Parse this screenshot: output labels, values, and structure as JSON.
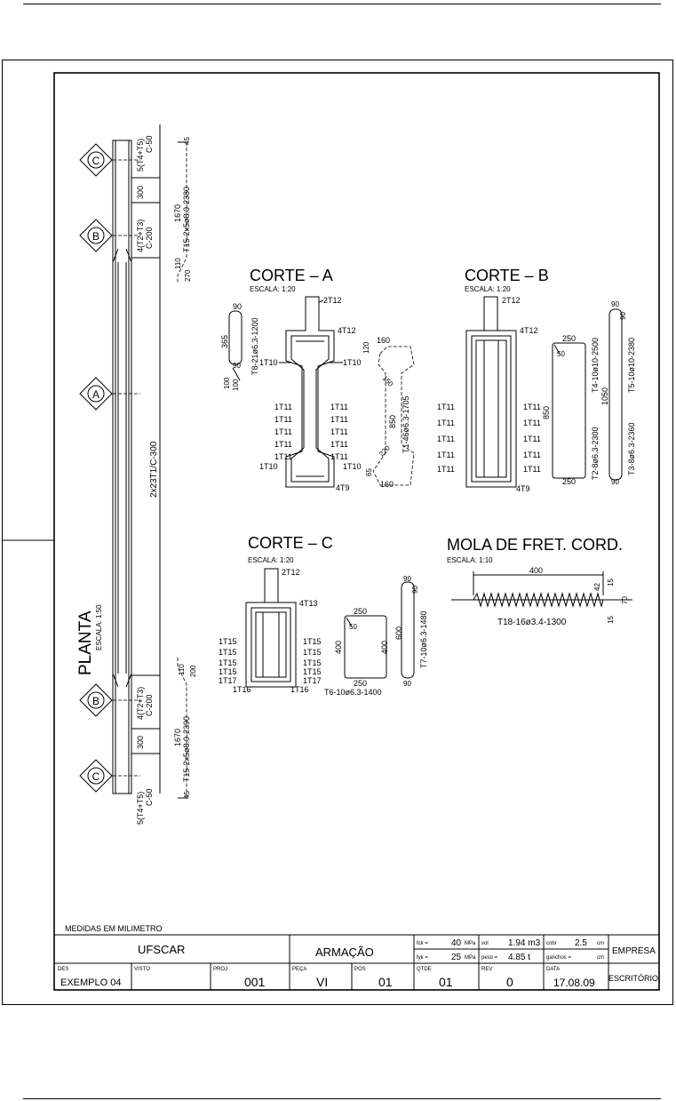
{
  "notes": {
    "units": "MEDIDAS EM MILIMETRO"
  },
  "planta": {
    "title": "PLANTA",
    "scale": "ESCALA: 1:50",
    "markers": [
      "C",
      "B",
      "A",
      "B",
      "C"
    ],
    "labels": {
      "top_stirrup_group": "5(T4+T5)",
      "top_stirrup_spacing": "C-50",
      "upper_stirrup_group": "4(T2+T3)",
      "upper_stirrup_spacing": "C-200",
      "dim_300_top": "300",
      "main_stirrups": "2x23T1/C-300",
      "bottom_stirrup_group": "4(T2+T3)",
      "bottom_stirrup_spacing": "C-200",
      "dim_300_bottom": "300",
      "base_stirrup_group": "5(T4+T5)",
      "base_stirrup_spacing": "C-50",
      "bar_top": "T15-2x5ø8.0-2380",
      "bar_top_length": "1670",
      "bar_top_hook": "110",
      "bar_top_hook2": "270",
      "bar_top_end": "45",
      "bar_bottom": "T15-2x5ø8.0-2390",
      "bar_bottom_length": "1670",
      "bar_bottom_hook": "110",
      "bar_bottom_hook2": "200",
      "bar_bottom_end": "45"
    }
  },
  "corte_a": {
    "title": "CORTE  –  A",
    "scale": "ESCALA: 1:20",
    "top_bar": "2T12",
    "top_bars2": "4T12",
    "flange_left": "1T10",
    "flange_right": "1T10",
    "web_bar": "1T11",
    "bottom_left": "1T10",
    "bottom_right": "1T10",
    "bottom_bar": "4T9",
    "t8_label": "T8-21ø6.3-1200",
    "t8_width": "90",
    "t8_height": "365",
    "t8_hook": "90",
    "t8_a": "100",
    "t8_b": "100",
    "t1_label": "T1-46ø6.3-1705",
    "t1_top": "160",
    "t1_120": "120",
    "t1_150": "150",
    "t1_850": "850",
    "t1_220": "220",
    "t1_65": "65",
    "t1_bottom": "160"
  },
  "corte_b": {
    "title": "CORTE  –  B",
    "scale": "ESCALA: 1:20",
    "top_bar": "2T12",
    "top_bars2": "4T12",
    "web_bar": "1T11",
    "bottom_bar": "4T9",
    "dim_850": "850",
    "t2_label": "T2-8ø6.3-2300",
    "t2_top": "250",
    "t2_hook": "50",
    "t2_bottom": "250",
    "t4_label": "T4-10ø10-2500",
    "t5_label": "T5-10ø10-2380",
    "t3_label": "T3-8ø6.3-2360",
    "dim_1050": "1050",
    "t5_top": "90",
    "t5_top2": "90",
    "t5_bottom": "90"
  },
  "corte_c": {
    "title": "CORTE  –  C",
    "scale": "ESCALA: 1:20",
    "top_bar": "2T12",
    "top_bars2": "4T13",
    "side_bar": "1T15",
    "bar16": "1T16",
    "bar17": "1T17",
    "t6_label": "T6-10ø6.3-1400",
    "t6_top": "250",
    "t6_hook": "50",
    "t6_left": "400",
    "t6_right": "400",
    "t6_bottom": "250",
    "t7_label": "T7-10ø6.3-1480",
    "t7_600": "600",
    "t7_top": "90",
    "t7_top2": "90",
    "t7_bottom": "90"
  },
  "mola": {
    "title": "MOLA DE FRET. CORD.",
    "scale": "ESCALA: 1:10",
    "length": "400",
    "d1": "42",
    "d2": "15",
    "d3": "15",
    "d4": "70",
    "label": "T18-16ø3.4-1300"
  },
  "title_block": {
    "client": "UFSCAR",
    "subject": "ARMAÇÃO",
    "company": "EMPRESA",
    "office": "ESCRITÓRIO",
    "fck_label": "fck  =",
    "fck_value": "40",
    "fck_unit": "MPa",
    "fyk_label": "fyk  =",
    "fyk_value": "25",
    "fyk_unit": "MPa",
    "vol_label": "vol",
    "vol_value": "1.94 m3",
    "peso_label": "peso =",
    "peso_value": "4.85 t",
    "cobr_label": "cobr",
    "cobr_value": "2.5",
    "cobr_unit": "cm",
    "ganchos_label": "ganchos =",
    "ganchos_unit": "cm",
    "des_label": "DES",
    "des_value": "EXEMPLO 04",
    "visto_label": "VISTO",
    "proj_label": "PROJ",
    "proj_value": "001",
    "peca_label": "PEÇA",
    "peca_value": "VI",
    "pos_label": "POS",
    "pos_value": "01",
    "qtde_label": "QTDE",
    "qtde_value": "01",
    "rev_label": "REV",
    "rev_value": "0",
    "data_label": "DATA",
    "data_value": "17.08.09"
  }
}
